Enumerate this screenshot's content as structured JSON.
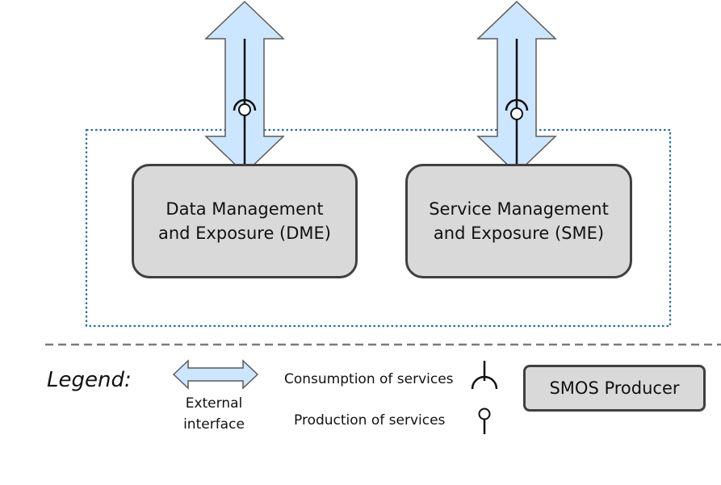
{
  "boxes": {
    "dme": {
      "line1": "Data Management",
      "line2": "and Exposure (DME)"
    },
    "sme": {
      "line1": "Service Management",
      "line2": "and Exposure (SME)"
    }
  },
  "legend": {
    "title": "Legend:",
    "external_interface_line1": "External",
    "external_interface_line2": "interface",
    "consumption": "Consumption of services",
    "production": "Production of services",
    "producer_box": "SMOS Producer"
  },
  "colors": {
    "arrow_fill": "#cce6ff",
    "arrow_stroke": "#5a5a5a",
    "box_fill": "#d9d9d9",
    "box_border": "#404040",
    "dotted_border": "#1f6fa8",
    "separator": "#7a7a7a"
  }
}
